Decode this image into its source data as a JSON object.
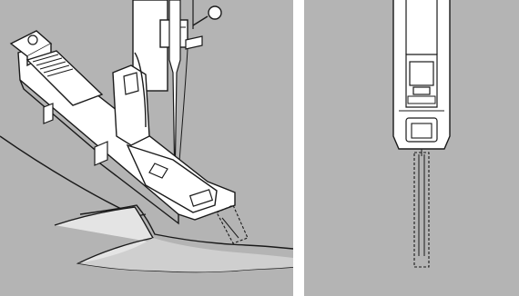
{
  "figure": {
    "panels": [
      {
        "id": "left",
        "view": "perspective"
      },
      {
        "id": "right",
        "view": "top"
      }
    ],
    "colors": {
      "background_gray": "#b4b4b4",
      "fabric_light": "#e4e4e4",
      "fabric_shadow": "#cfcfcf",
      "parts_white": "#ffffff",
      "line": "#1a1a1a"
    },
    "icons": [
      "buttonhole-foot-icon",
      "presser-bar-icon",
      "needle-icon",
      "thread-icon"
    ]
  }
}
